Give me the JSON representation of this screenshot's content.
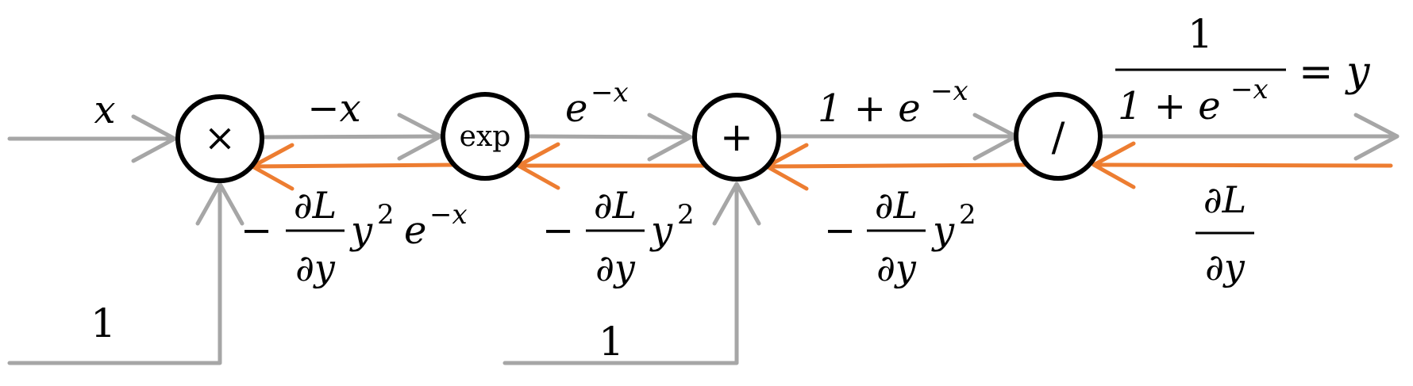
{
  "colors": {
    "forward": "#a6a6a6",
    "backward": "#ed7d31",
    "node": "#000000"
  },
  "nodes": {
    "multiply": "×",
    "exp": "exp",
    "add": "+",
    "divide": "/"
  },
  "forward": {
    "input_x": "x",
    "neg_x": "−x",
    "exp_neg_x": "e",
    "exp_neg_x_sup": "−x",
    "one_plus": "1 + e",
    "one_plus_sup": "−x",
    "output_num": "1",
    "output_den": "1 + e",
    "output_den_sup": "−x",
    "output_eq": "= y",
    "const_1a": "1",
    "const_1b": "1"
  },
  "backward": {
    "grad1": {
      "minus": "−",
      "num": "∂L",
      "den": "∂y",
      "tail": "y",
      "tail_sup": "2",
      "tail2": "e",
      "tail2_sup": "−x"
    },
    "grad2": {
      "minus": "−",
      "num": "∂L",
      "den": "∂y",
      "tail": "y",
      "tail_sup": "2"
    },
    "grad3": {
      "minus": "−",
      "num": "∂L",
      "den": "∂y",
      "tail": "y",
      "tail_sup": "2"
    },
    "grad4": {
      "num": "∂L",
      "den": "∂y"
    }
  }
}
